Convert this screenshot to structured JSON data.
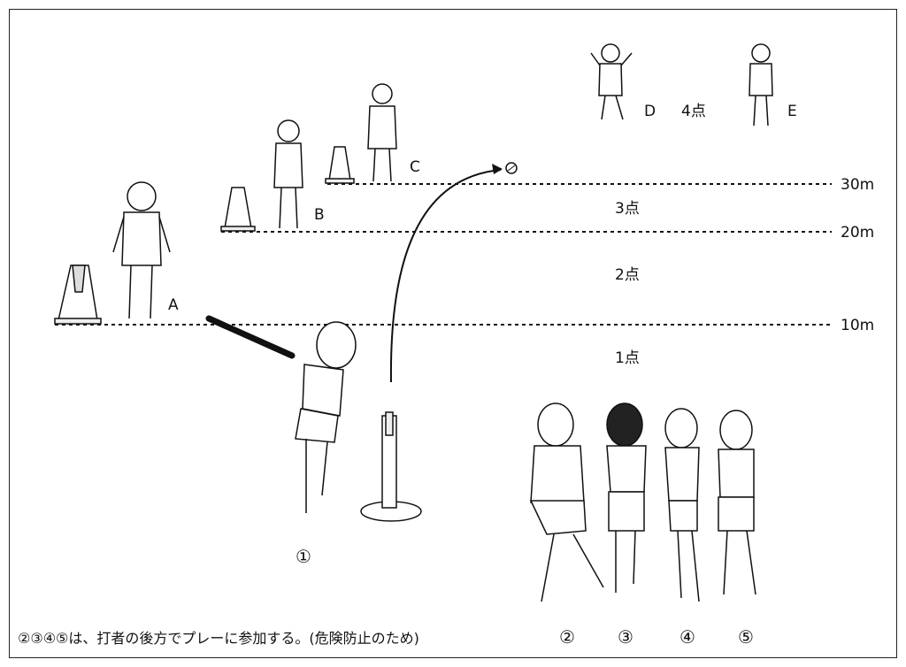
{
  "zones": {
    "m10": "10m",
    "m20": "20m",
    "m30": "30m",
    "p1": "1点",
    "p2": "2点",
    "p3": "3点",
    "p4": "4点"
  },
  "fielders": {
    "a": "A",
    "b": "B",
    "c": "C",
    "d": "D",
    "e": "E"
  },
  "players": {
    "batter": "①",
    "p2": "②",
    "p3": "③",
    "p4": "④",
    "p5": "⑤"
  },
  "caption": "②③④⑤は、打者の後方でプレーに参加する。(危険防止のため)"
}
